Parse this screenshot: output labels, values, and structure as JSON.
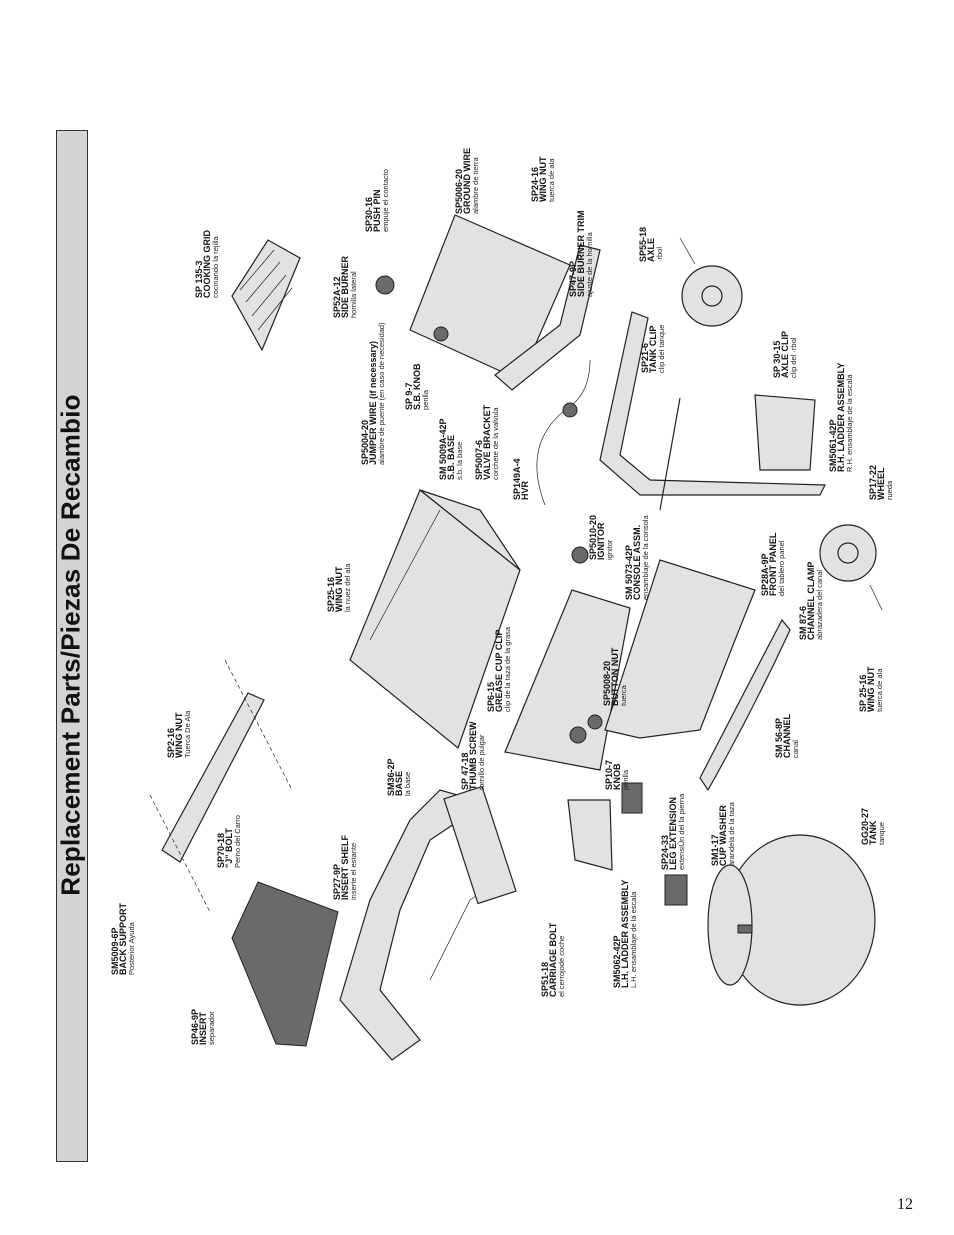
{
  "title": "Replacement Parts/Piezas De Recambio",
  "page_number": "12",
  "parts": [
    {
      "id": "p1",
      "number": "SM5009-6P",
      "name": "BACK SUPPORT",
      "spanish": "Posterior Ayuda"
    },
    {
      "id": "p2",
      "number": "SP2-16",
      "name": "WING NUT",
      "spanish": "Tuerca De Ala"
    },
    {
      "id": "p3",
      "number": "SP70-18",
      "name": "\"J\" BOLT",
      "spanish": "Perno del Carro"
    },
    {
      "id": "p4",
      "number": "SP46-9P",
      "name": "INSERT",
      "spanish": "separador"
    },
    {
      "id": "p5",
      "number": "SP27-9P",
      "name": "INSERT SHELF",
      "spanish": "inserte el estante"
    },
    {
      "id": "p6",
      "number": "SP51-18",
      "name": "CARRIAGE BOLT",
      "spanish": "el cerrojode coche"
    },
    {
      "id": "p7",
      "number": "SM5062-42P",
      "name": "L.H. LADDER ASSEMBLY",
      "spanish": "L.H. ensamblaje de la escala"
    },
    {
      "id": "p8",
      "number": "SP 47-18",
      "name": "THUMB SCREW",
      "spanish": "tornillo de pulgar"
    },
    {
      "id": "p9",
      "number": "SM36-2P",
      "name": "BASE",
      "spanish": "la base"
    },
    {
      "id": "p10",
      "number": "SP25-16",
      "name": "WING NUT",
      "spanish": "la nuez del ala"
    },
    {
      "id": "p11",
      "number": "SP24-33",
      "name": "LEG EXTENSION",
      "spanish": "extensiÛn del la pierna"
    },
    {
      "id": "p12",
      "number": "SP6-15",
      "name": "GREASE CUP CLIP",
      "spanish": "clip de la taza de la grasa"
    },
    {
      "id": "p13",
      "number": "SP10-7",
      "name": "KNOB",
      "spanish": "perilla"
    },
    {
      "id": "p14",
      "number": "SM1-17",
      "name": "CUP WASHER",
      "spanish": "arandela de la taza"
    },
    {
      "id": "p15",
      "number": "SM 56-8P",
      "name": "CHANNEL",
      "spanish": "canal"
    },
    {
      "id": "p16",
      "number": "GG20-27",
      "name": "TANK",
      "spanish": "tanque"
    },
    {
      "id": "p17",
      "number": "SP 25-16",
      "name": "WING NUT",
      "spanish": "tuerca de ala"
    },
    {
      "id": "p18",
      "number": "SM 87-6",
      "name": "CHANNEL CLAMP",
      "spanish": "abrazadera del canal"
    },
    {
      "id": "p19",
      "number": "SP28A-9P",
      "name": "FRONT PANEL",
      "spanish": "del tablero panel"
    },
    {
      "id": "p20",
      "number": "SP5008-20",
      "name": "BUTTON NUT",
      "spanish": "tuerca"
    },
    {
      "id": "p21",
      "number": "SM 5073-42P",
      "name": "CONSOLE ASSM.",
      "spanish": "ensamblaje de la consola"
    },
    {
      "id": "p22",
      "number": "SP5010-20",
      "name": "IGNITOR",
      "spanish": "ignitor"
    },
    {
      "id": "p23",
      "number": "SP149A-4",
      "name": "HVR",
      "spanish": ""
    },
    {
      "id": "p24",
      "number": "SP5007-6",
      "name": "VALVE BRACKET",
      "spanish": "corchete de la valvula"
    },
    {
      "id": "p25",
      "number": "SM 5009A-42P",
      "name": "S.B. BASE",
      "spanish": "s.b. la base"
    },
    {
      "id": "p26",
      "number": "SP5004-20",
      "name": "JUMPER WIRE (if necessary)",
      "spanish": "alambre de puente (en caso de necesidad)"
    },
    {
      "id": "p27",
      "number": "SP 9-7",
      "name": "S.B. KNOB",
      "spanish": "perilla"
    },
    {
      "id": "p28",
      "number": "SP 135-3",
      "name": "COOKING GRID",
      "spanish": "cocinando la rejilla"
    },
    {
      "id": "p29",
      "number": "SP52A-12",
      "name": "SIDE BURNER",
      "spanish": "hornilla lateral"
    },
    {
      "id": "p30",
      "number": "SP30-16",
      "name": "PUSH PIN",
      "spanish": "empuje el contacto"
    },
    {
      "id": "p31",
      "number": "SP5006-20",
      "name": "GROUND WIRE",
      "spanish": "alambre de tierra"
    },
    {
      "id": "p32",
      "number": "SP24-16",
      "name": "WING NUT",
      "spanish": "tuerca de ala"
    },
    {
      "id": "p33",
      "number": "SP47-9P",
      "name": "SIDE BURNER TRIM",
      "spanish": "ajuste de la hornilla"
    },
    {
      "id": "p34",
      "number": "SP55-18",
      "name": "AXLE",
      "spanish": "·rbol"
    },
    {
      "id": "p35",
      "number": "SP21-6",
      "name": "TANK CLIP",
      "spanish": "clip del tanque"
    },
    {
      "id": "p36",
      "number": "SP 30-15",
      "name": "AXLE CLIP",
      "spanish": "clip del ·rbol"
    },
    {
      "id": "p37",
      "number": "SM5061-42P",
      "name": "R.H. LADDER ASSEMBLY",
      "spanish": "R.H. ensamblaje de la escala"
    },
    {
      "id": "p38",
      "number": "SP17-22",
      "name": "WHEEL",
      "spanish": "rueda"
    }
  ]
}
